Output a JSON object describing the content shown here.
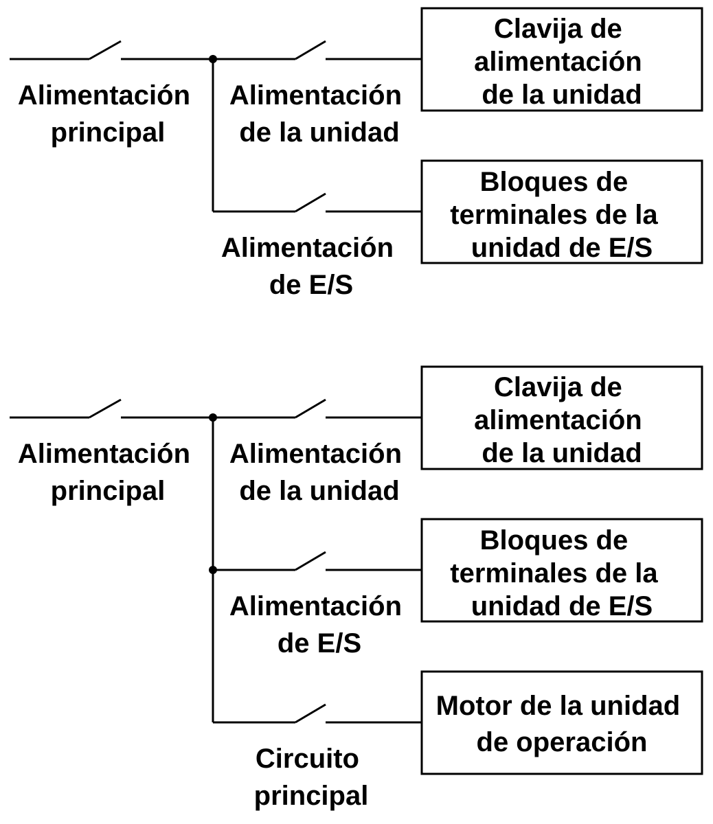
{
  "diagram_1": {
    "switch_main": [
      "Alimentación",
      "principal"
    ],
    "switch_unit": [
      "Alimentación",
      "de la unidad"
    ],
    "switch_io": [
      "Alimentación",
      "de E/S"
    ],
    "box_unit_plug": [
      "Clavija de",
      "alimentación",
      "de la unidad"
    ],
    "box_io_terminals": [
      "Bloques de",
      "terminales de la",
      "unidad de E/S"
    ]
  },
  "diagram_2": {
    "switch_main": [
      "Alimentación",
      "principal"
    ],
    "switch_unit": [
      "Alimentación",
      "de la unidad"
    ],
    "switch_io": [
      "Alimentación",
      "de E/S"
    ],
    "switch_circuit": [
      "Circuito",
      "principal"
    ],
    "box_unit_plug": [
      "Clavija de",
      "alimentación",
      "de la unidad"
    ],
    "box_io_terminals": [
      "Bloques de",
      "terminales de la",
      "unidad de E/S"
    ],
    "box_motor": [
      "Motor de la unidad",
      "de operación"
    ]
  }
}
